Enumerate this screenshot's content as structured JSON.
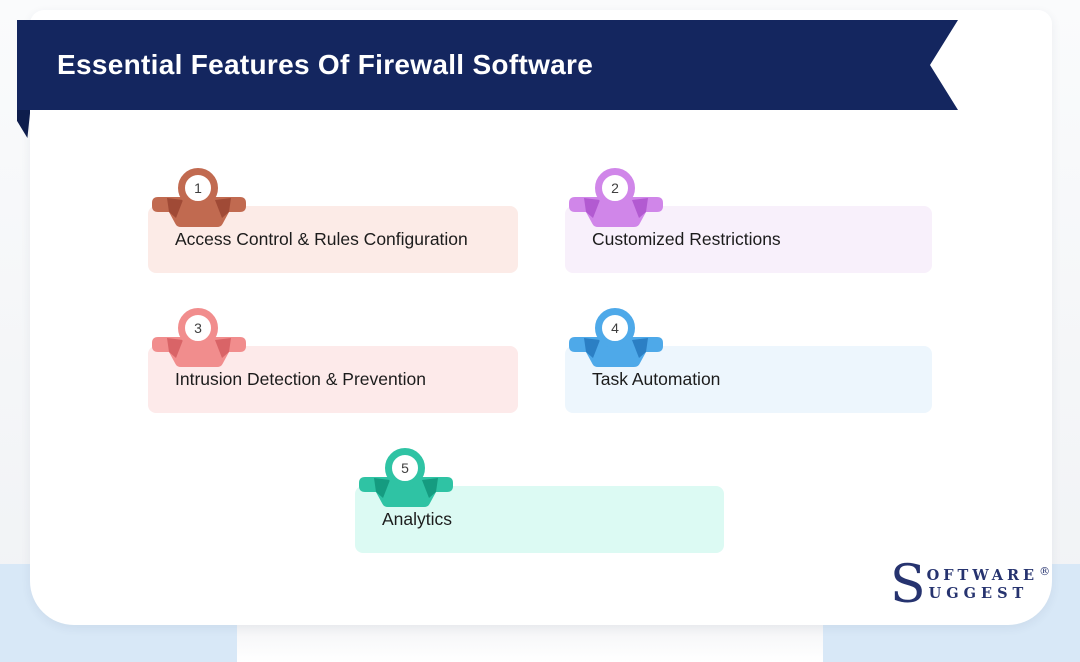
{
  "header": {
    "title": "Essential Features Of Firewall Software",
    "ribbon_color": "#14265f",
    "ribbon_fold_color": "#0e1d4c",
    "text_color": "#ffffff"
  },
  "features": [
    {
      "number": "1",
      "label": "Access Control & Rules Configuration",
      "badge_color": "#c16a50",
      "badge_dark": "#a04a36",
      "card_bg": "#fcebe7"
    },
    {
      "number": "2",
      "label": "Customized Restrictions",
      "badge_color": "#d086e9",
      "badge_dark": "#b25ad1",
      "card_bg": "#f8f0fb"
    },
    {
      "number": "3",
      "label": "Intrusion Detection & Prevention",
      "badge_color": "#f18d8d",
      "badge_dark": "#d96467",
      "card_bg": "#fdeaea"
    },
    {
      "number": "4",
      "label": "Task Automation",
      "badge_color": "#4ea9e9",
      "badge_dark": "#2b7fc4",
      "card_bg": "#edf6fd"
    },
    {
      "number": "5",
      "label": "Analytics",
      "badge_color": "#2fc3a4",
      "badge_dark": "#159b80",
      "card_bg": "#dcfaf3"
    }
  ],
  "logo": {
    "initial": "S",
    "line1": "OFTWARE",
    "line2": "UGGEST",
    "reg": "®",
    "color": "#26336f"
  },
  "colors": {
    "corner_blue": "#d8e8f7",
    "sheet": "#ffffff"
  }
}
